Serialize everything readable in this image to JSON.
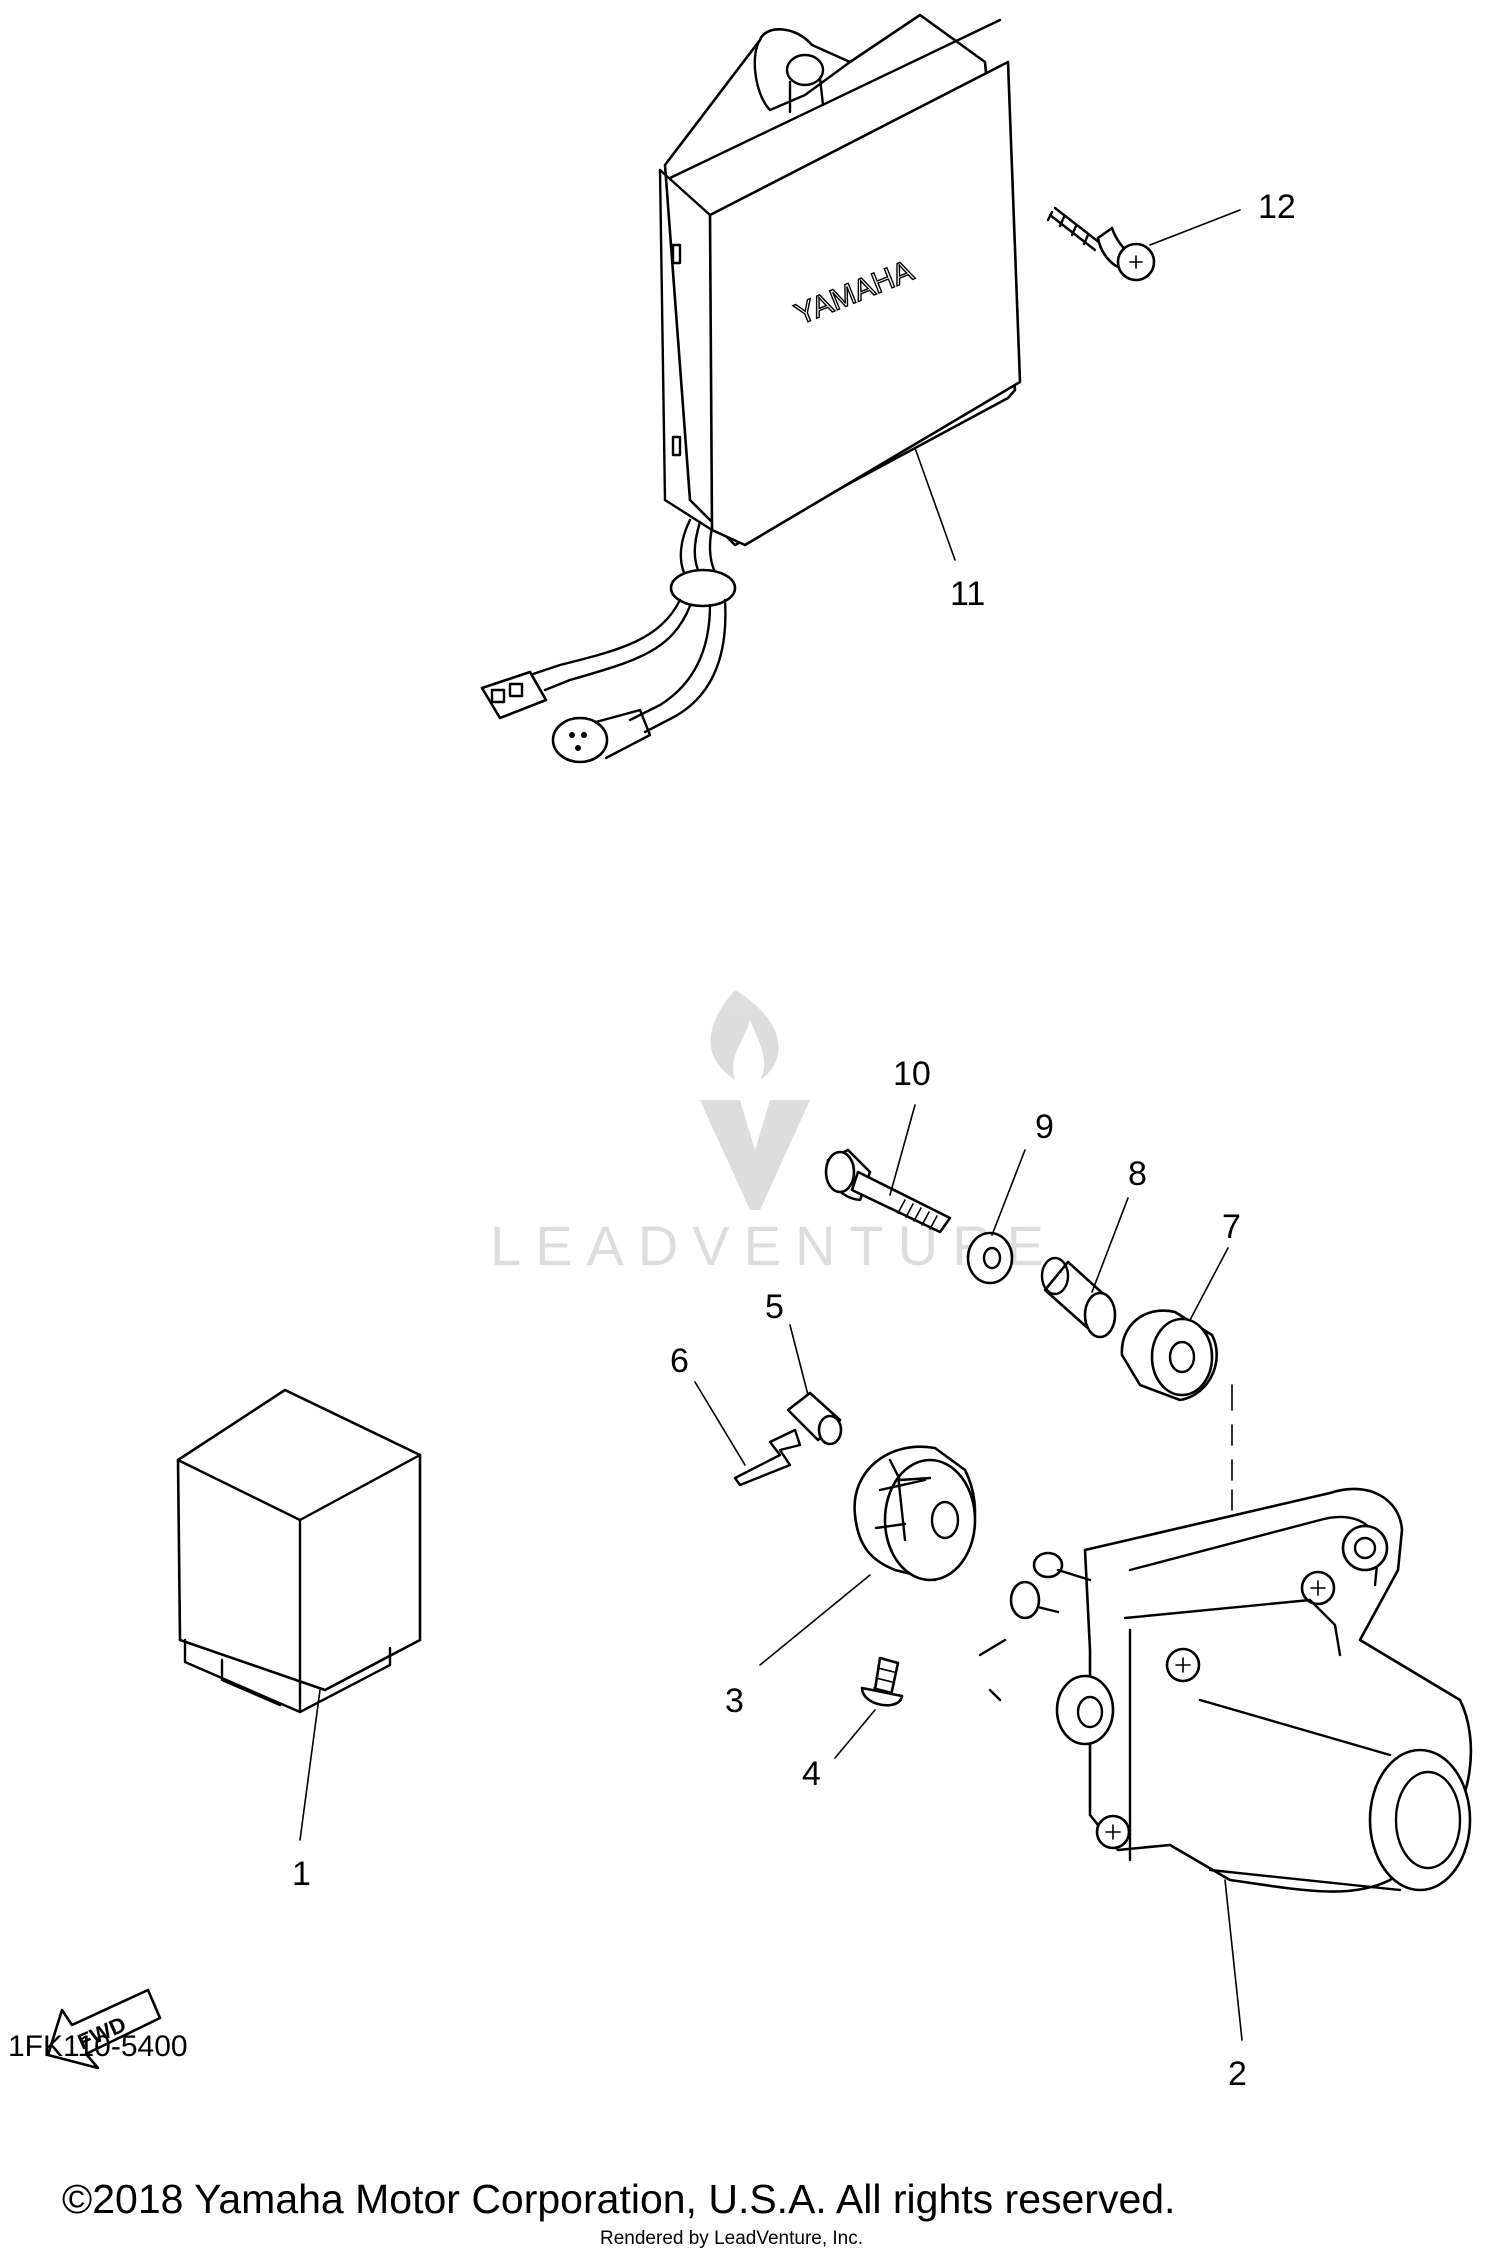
{
  "parts": {
    "p1": "1",
    "p2": "2",
    "p3": "3",
    "p4": "4",
    "p5": "5",
    "p6": "6",
    "p7": "7",
    "p8": "8",
    "p9": "9",
    "p10": "10",
    "p11": "11",
    "p12": "12"
  },
  "cover_brand": "YAMAHA",
  "fwd_label": "FWD",
  "watermark": "LEADVENTURE",
  "diagram_code": "1FK110-5400",
  "copyright": "©2018 Yamaha Motor Corporation, U.S.A. All rights reserved.",
  "rendered_by": "Rendered by LeadVenture, Inc."
}
